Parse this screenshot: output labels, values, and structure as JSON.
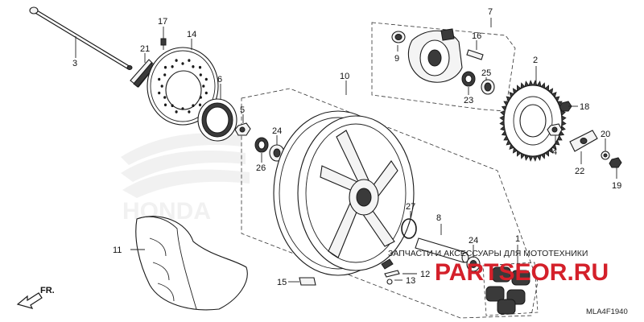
{
  "labels": {
    "p1": "1",
    "p2": "2",
    "p3": "3",
    "p4": "4",
    "p5": "5",
    "p6": "6",
    "p7": "7",
    "p8": "8",
    "p9": "9",
    "p10": "10",
    "p11": "11",
    "p12": "12",
    "p13": "13",
    "p14": "14",
    "p15": "15",
    "p16": "16",
    "p17": "17",
    "p18": "18",
    "p19": "19",
    "p20": "20",
    "p21": "21",
    "p22": "22",
    "p23": "23",
    "p24a": "24",
    "p24b": "24",
    "p25": "25",
    "p26": "26",
    "p27": "27"
  },
  "direction_label": "FR.",
  "watermark": {
    "caption": "ЗАПЧАСТИ И АКСЕССУАРЫ ДЛЯ МОТОТЕХНИКИ",
    "brand": "PARTSEOR.RU",
    "color": "#d4202a"
  },
  "diagram_code": "MLA4F1940",
  "colors": {
    "line": "#1a1a1a",
    "watermark_logo": "#e3e3e3",
    "brand": "#d4202a"
  }
}
